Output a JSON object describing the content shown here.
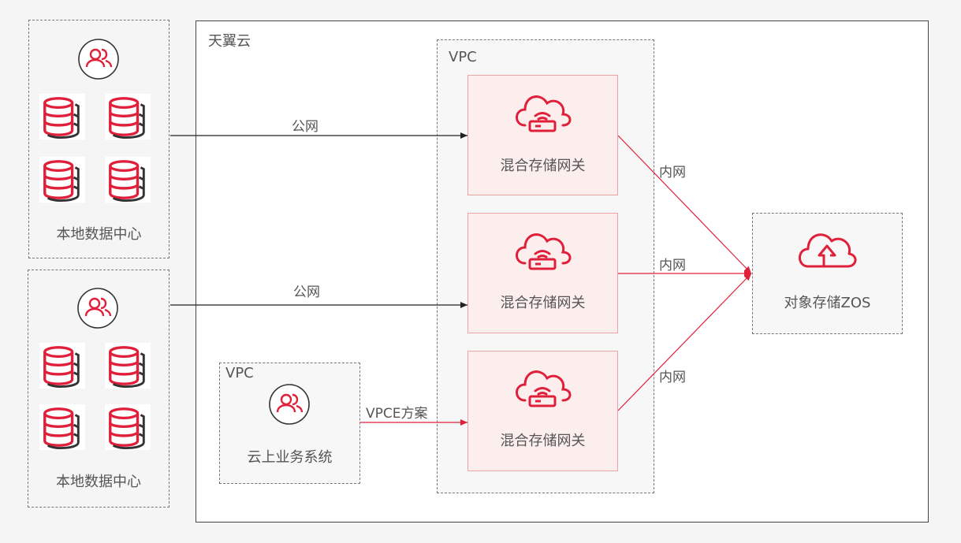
{
  "cloud": {
    "title": "天翼云"
  },
  "vpc_main": {
    "title": "VPC"
  },
  "vpc_business": {
    "title": "VPC",
    "label": "云上业务系统"
  },
  "datacenters": [
    {
      "label": "本地数据中心"
    },
    {
      "label": "本地数据中心"
    }
  ],
  "gateways": [
    {
      "label": "混合存储网关"
    },
    {
      "label": "混合存储网关"
    },
    {
      "label": "混合存储网关"
    }
  ],
  "zos": {
    "label": "对象存储ZOS"
  },
  "connections": {
    "public_1": "公网",
    "public_2": "公网",
    "vpce": "VPCE方案",
    "internal_1": "内网",
    "internal_2": "内网",
    "internal_3": "内网"
  },
  "colors": {
    "accent": "#e0203a",
    "line": "#222222"
  }
}
